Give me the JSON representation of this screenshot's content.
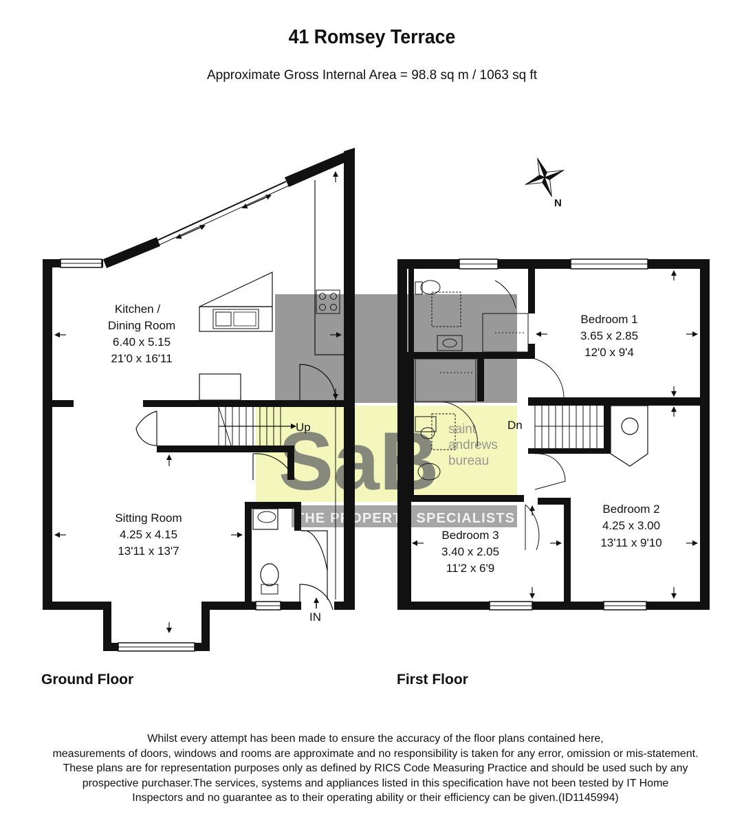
{
  "title": "41 Romsey Terrace",
  "subtitle": "Approximate Gross Internal Area = 98.8 sq m / 1063 sq ft",
  "compass": {
    "label": "N",
    "icon": "compass-rose-icon"
  },
  "watermark": {
    "logo": "SaB",
    "brand_lines": [
      "saint",
      "andrews",
      "bureau"
    ],
    "tagline": "THE PROPERTY SPECIALISTS"
  },
  "ground_floor": {
    "label": "Ground Floor",
    "stairs_label": "Up",
    "entrance_label": "IN",
    "rooms": [
      {
        "name_lines": [
          "Kitchen /",
          "Dining Room"
        ],
        "metric": "6.40 x 5.15",
        "imperial": "21'0 x 16'11"
      },
      {
        "name_lines": [
          "Sitting Room"
        ],
        "metric": "4.25 x 4.15",
        "imperial": "13'11 x 13'7"
      }
    ]
  },
  "first_floor": {
    "label": "First Floor",
    "stairs_label": "Dn",
    "rooms": [
      {
        "name_lines": [
          "Bedroom 1"
        ],
        "metric": "3.65 x 2.85",
        "imperial": "12'0 x 9'4"
      },
      {
        "name_lines": [
          "Bedroom 2"
        ],
        "metric": "4.25 x 3.00",
        "imperial": "13'11 x 9'10"
      },
      {
        "name_lines": [
          "Bedroom 3"
        ],
        "metric": "3.40 x 2.05",
        "imperial": "11'2 x 6'9"
      }
    ]
  },
  "disclaimer_lines": [
    "Whilst every attempt has been made to ensure the accuracy of the floor plans contained here,",
    "measurements of doors, windows and rooms are approximate and no responsibility is taken for any error, omission or mis-statement.",
    "These plans are for representation purposes only as defined by RICS Code Measuring Practice and should be used such by any",
    "prospective purchaser.The services, systems and appliances listed in this specification have not been tested by IT Home",
    "Inspectors and no guarantee as to their operating ability or their efficiency can be given.(ID1145994)"
  ]
}
